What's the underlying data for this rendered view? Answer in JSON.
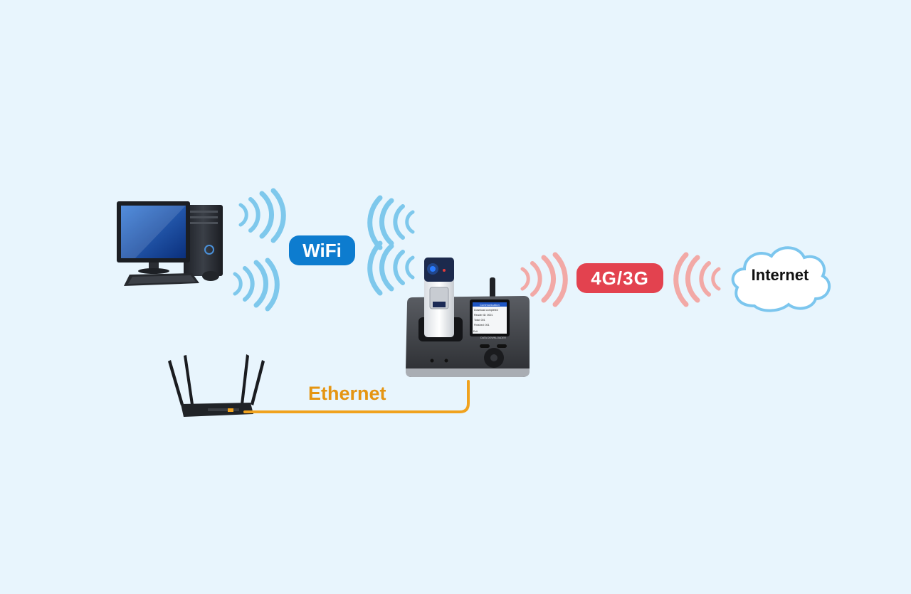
{
  "labels": {
    "wifi": "WiFi",
    "cellular": "4G/3G",
    "ethernet": "Ethernet",
    "internet": "Internet"
  },
  "device_screen": {
    "header": "Communication",
    "lines": [
      "Download completed",
      "Reader ID: 0001",
      "Total: 001",
      "Finished: 001"
    ],
    "footer_left": "Exit",
    "footer_right": "DATA DOWNLOADER"
  },
  "colors": {
    "background": "#e8f5fd",
    "wifi_pill": "#0d7ccf",
    "wifi_waves": "#7ec8ec",
    "cellular_pill": "#e3424f",
    "cellular_waves": "#f2a9a6",
    "ethernet_line": "#f0a21e",
    "ethernet_text": "#e59512",
    "cloud_fill": "#ffffff",
    "cloud_stroke": "#7cc6ee"
  },
  "icons": [
    "desktop-computer-icon",
    "wifi-router-icon",
    "data-downloader-device-icon",
    "internet-cloud-icon",
    "wireless-waves-icon"
  ]
}
